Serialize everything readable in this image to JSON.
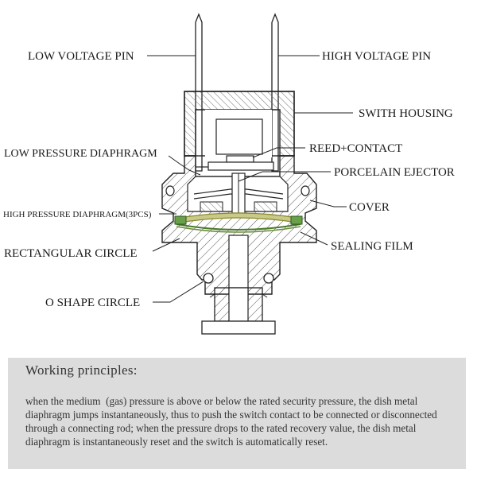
{
  "labels": {
    "low_voltage_pin": "LOW VOLTAGE PIN",
    "high_voltage_pin": "HIGH VOLTAGE PIN",
    "switch_housing": "SWITH HOUSING",
    "low_pressure_diaphragm": "LOW PRESSURE DIAPHRAGM",
    "reed_contact": "REED+CONTACT",
    "porcelain_ejector": "PORCELAIN EJECTOR",
    "high_pressure_diaphragm": "HIGH PRESSURE DIAPHRAGM(3PCS)",
    "cover": "COVER",
    "rectangular_circle": "RECTANGULAR CIRCLE",
    "sealing_film": "SEALING FILM",
    "o_shape_circle": "O SHAPE CIRCLE"
  },
  "principles": {
    "title": "Working principles:",
    "body": "when the medium  (gas) pressure is above or below the rated security pressure, the dish metal diaphragm jumps instantaneously, thus to push the switch contact to be connected or disconnected through a connecting rod; when the pressure drops to the rated recovery value, the dish metal diaphragm is instantaneously reset and the switch is automatically reset."
  },
  "colors": {
    "hatch": "#555555",
    "diaphragm": "#8a8a2a",
    "seal_green": "#4a8a3a",
    "panel_bg": "#dcdcdc"
  }
}
